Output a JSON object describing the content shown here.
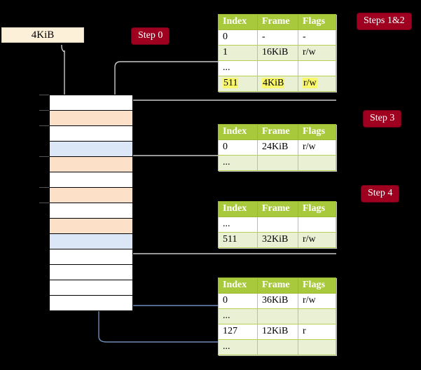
{
  "diagram": {
    "title": "multi-level page table walk",
    "colors": {
      "background": "#000000",
      "pill": "#a00020",
      "table_header": "#a8c93c",
      "table_alt_row": "#e9f0d4",
      "highlight": "#f9f66a",
      "mem_orange": "#fde0c8",
      "mem_blue": "#dbe7f6",
      "vpage": "#fcf0d8",
      "gray_arrow": "#b8b8b8",
      "blue_arrow": "#6b8cba"
    }
  },
  "virtual_page": {
    "label": "4KiB"
  },
  "steps": [
    {
      "name": "step-0",
      "label": "Step 0"
    },
    {
      "name": "steps-1-2",
      "label": "Steps 1&2"
    },
    {
      "name": "step-3",
      "label": "Step 3"
    },
    {
      "name": "step-4",
      "label": "Step 4"
    }
  ],
  "columns": [
    "Index",
    "Frame",
    "Flags"
  ],
  "tables": [
    {
      "name": "page-table-level-4",
      "rows": [
        {
          "style": "plain",
          "index": "0",
          "frame": "-",
          "flags": "-",
          "highlight": false
        },
        {
          "style": "alt",
          "index": "1",
          "frame": "16KiB",
          "flags": "r/w",
          "highlight": false
        },
        {
          "style": "plain",
          "index": "...",
          "frame": "",
          "flags": "",
          "highlight": false
        },
        {
          "style": "alt",
          "index": "511",
          "frame": "4KiB",
          "flags": "r/w",
          "highlight": true
        }
      ]
    },
    {
      "name": "page-table-level-3",
      "rows": [
        {
          "style": "plain",
          "index": "0",
          "frame": "24KiB",
          "flags": "r/w",
          "highlight": false
        },
        {
          "style": "alt",
          "index": "...",
          "frame": "",
          "flags": "",
          "highlight": false
        }
      ]
    },
    {
      "name": "page-table-level-2",
      "rows": [
        {
          "style": "plain",
          "index": "...",
          "frame": "",
          "flags": "",
          "highlight": false
        },
        {
          "style": "alt",
          "index": "511",
          "frame": "32KiB",
          "flags": "r/w",
          "highlight": false
        }
      ]
    },
    {
      "name": "page-table-level-1",
      "rows": [
        {
          "style": "plain",
          "index": "0",
          "frame": "36KiB",
          "flags": "r/w",
          "highlight": false
        },
        {
          "style": "alt",
          "index": "...",
          "frame": "",
          "flags": "",
          "highlight": false
        },
        {
          "style": "plain",
          "index": "127",
          "frame": "12KiB",
          "flags": "r",
          "highlight": false
        },
        {
          "style": "alt",
          "index": "...",
          "frame": "",
          "flags": "",
          "highlight": false
        }
      ]
    }
  ],
  "memory_column": {
    "name": "physical-memory-frames",
    "frames": [
      {
        "fill": "white"
      },
      {
        "fill": "orange"
      },
      {
        "fill": "white"
      },
      {
        "fill": "blue"
      },
      {
        "fill": "orange"
      },
      {
        "fill": "white"
      },
      {
        "fill": "orange"
      },
      {
        "fill": "white"
      },
      {
        "fill": "orange"
      },
      {
        "fill": "blue"
      },
      {
        "fill": "white"
      },
      {
        "fill": "white"
      },
      {
        "fill": "white"
      },
      {
        "fill": "white"
      }
    ]
  }
}
